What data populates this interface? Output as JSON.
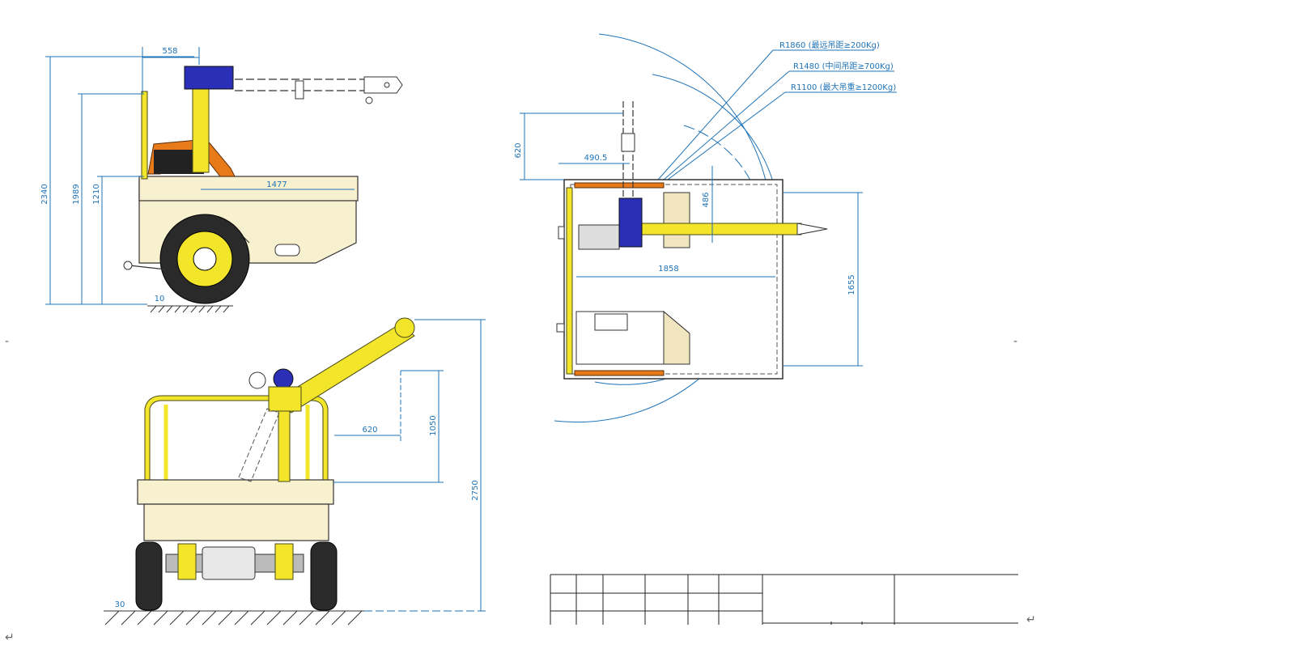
{
  "dimensions": {
    "side_view": {
      "d558": "558",
      "d2340": "2340",
      "d1989": "1989",
      "d1210": "1210",
      "d10": "10",
      "d1477": "1477"
    },
    "top_view": {
      "r1860": "R1860 (最远吊距≥200Kg)",
      "r1480": "R1480 (中间吊距≥700Kg)",
      "r1100": "R1100 (最大吊重≥1200Kg)",
      "d620": "620",
      "d490_5": "490.5",
      "d486": "486",
      "d1858": "1858",
      "d1655": "1655"
    },
    "rear_view": {
      "d620": "620",
      "d1050": "1050",
      "d2750": "2750",
      "d30": "30"
    }
  },
  "marks": {
    "return_symbol": "↵",
    "dash": "-"
  },
  "colors": {
    "dimension": "#1f73b7",
    "body": "#f7f1cf",
    "crane": "#f3e62a",
    "handle": "#e87a1a",
    "motor": "#2b2fb8"
  }
}
